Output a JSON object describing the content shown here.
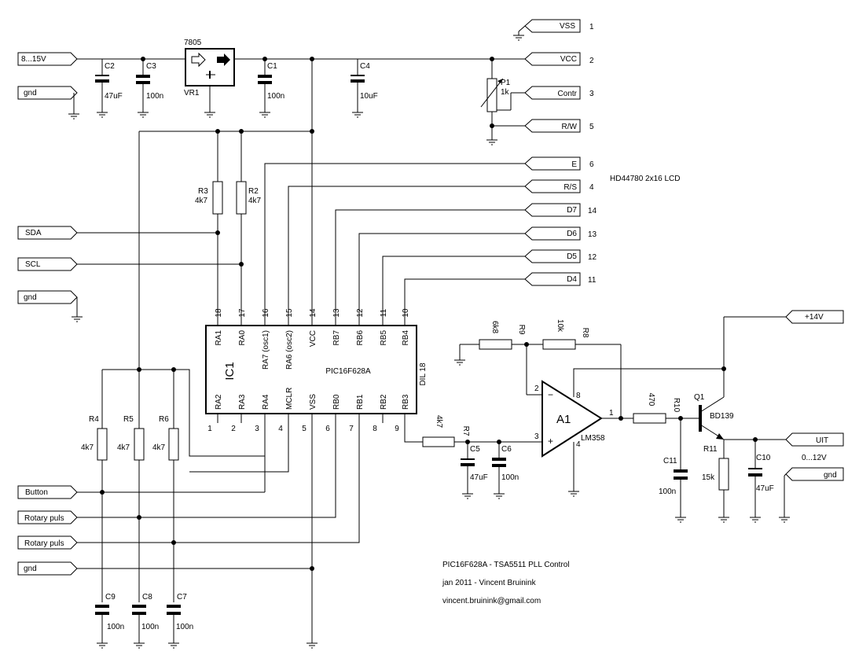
{
  "power": {
    "vin": "8...15V",
    "gnd_label": "gnd",
    "regulator_type": "7805",
    "regulator_ref": "VR1"
  },
  "lcd": {
    "title": "HD44780 2x16 LCD",
    "vss": "VSS",
    "vss_pin": "1",
    "vcc": "VCC",
    "vcc_pin": "2",
    "contr": "Contr",
    "contr_pin": "3",
    "rw": "R/W",
    "rw_pin": "5",
    "e": "E",
    "e_pin": "6",
    "rs": "R/S",
    "rs_pin": "4",
    "d7": "D7",
    "d7_pin": "14",
    "d6": "D6",
    "d6_pin": "13",
    "d5": "D5",
    "d5_pin": "12",
    "d4": "D4",
    "d4_pin": "11"
  },
  "ic1": {
    "ref": "IC1",
    "name": "PIC16F628A",
    "package": "DIL 18",
    "top_pin_numbers": [
      "18",
      "17",
      "16",
      "15",
      "14",
      "13",
      "12",
      "11",
      "10"
    ],
    "top_pin_labels": [
      "RA1",
      "RA0",
      "RA7 (osc1)",
      "RA6 (osc2)",
      "VCC",
      "RB7",
      "RB6",
      "RB5",
      "RB4"
    ],
    "bottom_pin_numbers": [
      "1",
      "2",
      "3",
      "4",
      "5",
      "6",
      "7",
      "8",
      "9"
    ],
    "bottom_pin_labels": [
      "RA2",
      "RA3",
      "RA4",
      "MCLR",
      "VSS",
      "RB0",
      "RB1",
      "RB2",
      "RB3"
    ]
  },
  "ports": {
    "sda": "SDA",
    "scl": "SCL",
    "gnd2": "gnd",
    "button": "Button",
    "rotary1": "Rotary puls",
    "rotary2": "Rotary puls",
    "gnd3": "gnd",
    "v14": "+14V",
    "uit": "UIT",
    "uit_range": "0...12V",
    "gnd4": "gnd"
  },
  "components": {
    "c2": "C2",
    "c2_val": "47uF",
    "c3": "C3",
    "c3_val": "100n",
    "c1": "C1",
    "c1_val": "100n",
    "c4": "C4",
    "c4_val": "10uF",
    "p1": "P1",
    "p1_val": "1k",
    "r3": "R3",
    "r3_val": "4k7",
    "r2": "R2",
    "r2_val": "4k7",
    "r4": "R4",
    "r4_val": "4k7",
    "r5": "R5",
    "r5_val": "4k7",
    "r6": "R6",
    "r6_val": "4k7",
    "c9": "C9",
    "c9_val": "100n",
    "c8": "C8",
    "c8_val": "100n",
    "c7": "C7",
    "c7_val": "100n",
    "r9": "R9",
    "r9_val": "6k8",
    "r8": "R8",
    "r8_val": "10k",
    "r7": "R7",
    "r7_val": "4k7",
    "c5": "C5",
    "c5_val": "47uF",
    "c6": "C6",
    "c6_val": "100n",
    "a1": "A1",
    "a1_type": "LM358",
    "a1_pin_minus": "2",
    "a1_pin_plus": "3",
    "a1_pin_out": "1",
    "a1_pin_vcc": "8",
    "a1_pin_gnd": "4",
    "r10": "R10",
    "r10_val": "470",
    "q1": "Q1",
    "q1_type": "BD139",
    "r11": "R11",
    "r11_val": "15k",
    "c11": "C11",
    "c11_val": "100n",
    "c10": "C10",
    "c10_val": "47uF"
  },
  "notes": {
    "title": "PIC16F628A - TSA5511 PLL Control",
    "date": "jan 2011 - Vincent Bruinink",
    "email": "vincent.bruinink@gmail.com"
  }
}
